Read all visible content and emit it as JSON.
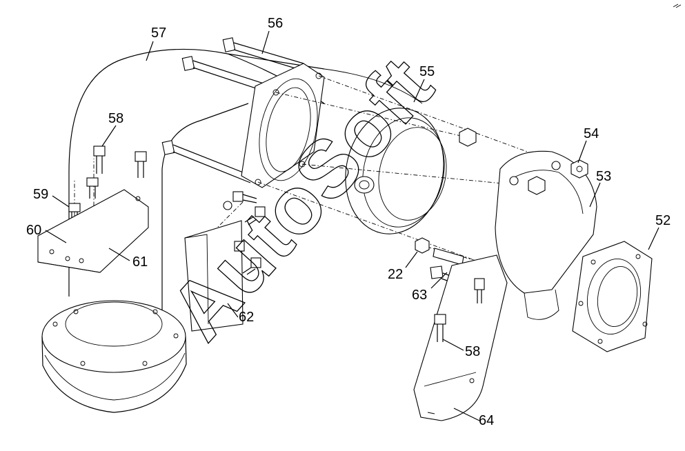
{
  "labels": {
    "l52": "52",
    "l53": "53",
    "l54": "54",
    "l55": "55",
    "l56": "56",
    "l57": "57",
    "l58a": "58",
    "l58b": "58",
    "l59": "59",
    "l60": "60",
    "l61": "61",
    "l62": "62",
    "l63": "63",
    "l64": "64",
    "l22": "22"
  },
  "watermark": "AutoSoft",
  "colors": {
    "line": "#000000",
    "background": "#ffffff"
  }
}
